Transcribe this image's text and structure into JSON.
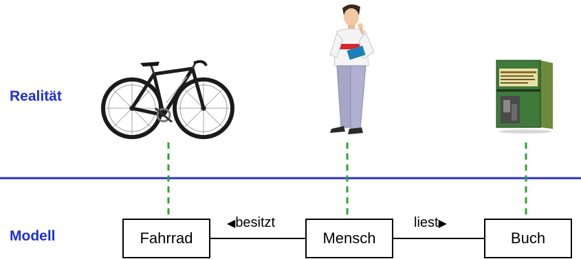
{
  "labels": {
    "reality": "Realität",
    "model": "Modell"
  },
  "classes": {
    "bicycle": "Fahrrad",
    "person": "Mensch",
    "book": "Buch"
  },
  "associations": {
    "owns": {
      "label": "besitzt",
      "arrow": "◀"
    },
    "reads": {
      "label": "liest",
      "arrow": "▶"
    }
  },
  "colors": {
    "label_blue": "#1f2fd6",
    "divider_blue": "#2a2fd0",
    "dashed_green": "#2aa52a"
  },
  "icons": {
    "bicycle": "bicycle-illustration",
    "person": "person-reading-illustration",
    "book": "book-cover-illustration"
  }
}
